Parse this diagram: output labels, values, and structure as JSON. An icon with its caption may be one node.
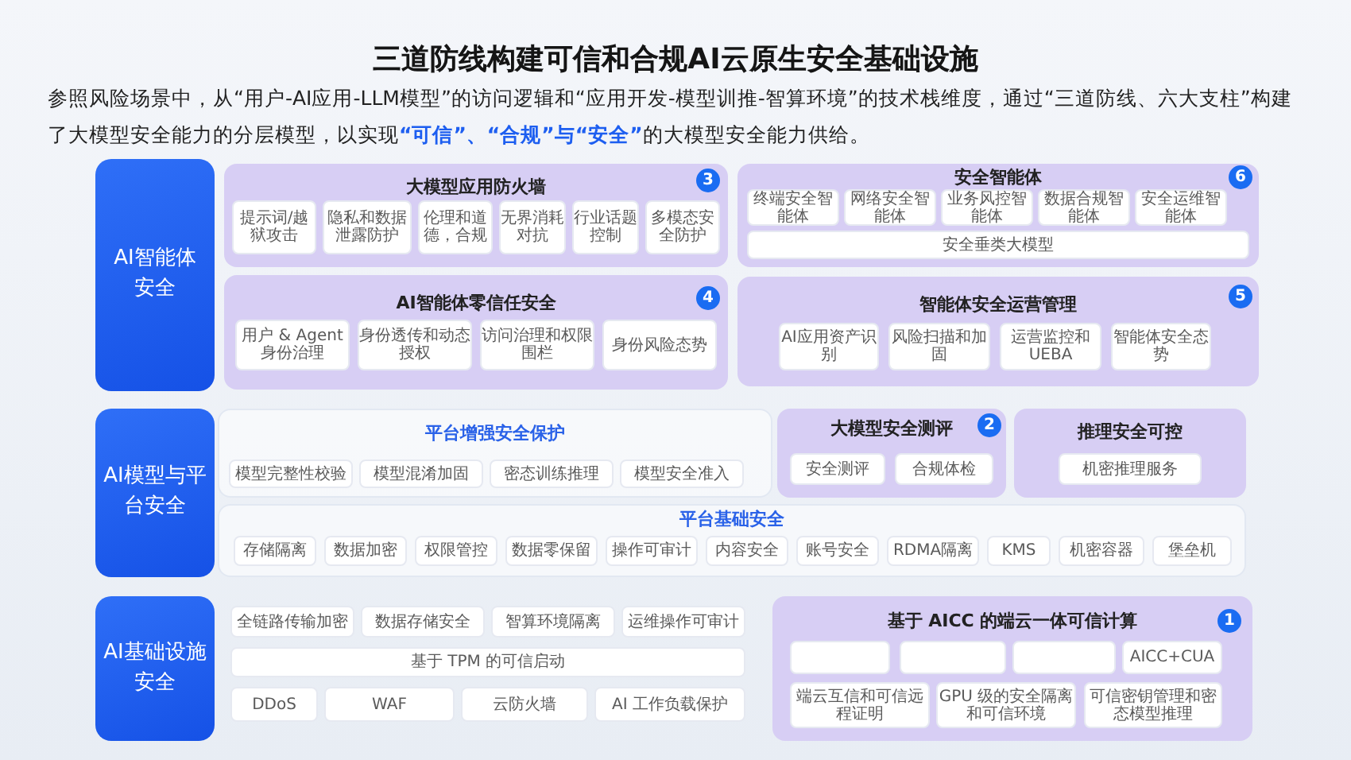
{
  "diagram": {
    "title": "三道防线构建可信和合规AI云原生安全基础设施",
    "nodes": [
      {
        "text": [
          "AI智能体安全"
        ]
      },
      {
        "text": [
          "大模型应用防火墙",
          "3"
        ]
      },
      {
        "text": [
          "提示词/越狱攻击"
        ],
        "in": 1
      },
      {
        "text": [
          "隐私和数据泄露防护"
        ],
        "in": 1
      },
      {
        "text": [
          "伦理和道德，合规"
        ],
        "in": 1
      },
      {
        "text": [
          "无界消耗对抗"
        ],
        "in": 1
      },
      {
        "text": [
          "行业话题控制"
        ],
        "in": 1
      },
      {
        "text": [
          "多模态安全防护"
        ],
        "in": 1
      },
      {
        "text": [
          "AI智能体零信任安全",
          "4"
        ]
      },
      {
        "text": [
          "用户 & Agent身份治理"
        ],
        "in": 8
      },
      {
        "text": [
          "身份透传和动态授权"
        ],
        "in": 8
      },
      {
        "text": [
          "访问治理和权限围栏"
        ],
        "in": 8
      },
      {
        "text": [
          "身份风险态势"
        ],
        "in": 8
      },
      {
        "text": [
          "安全智能体",
          "6"
        ]
      },
      {
        "text": [
          "终端安全智能体"
        ],
        "in": 13
      },
      {
        "text": [
          "网络安全智能体"
        ],
        "in": 13
      },
      {
        "text": [
          "业务风控智能体"
        ],
        "in": 13
      },
      {
        "text": [
          "数据合规智能体"
        ],
        "in": 13
      },
      {
        "text": [
          "安全运维智能体"
        ],
        "in": 13
      },
      {
        "text": [
          "安全垂类大模型"
        ],
        "in": 13
      },
      {
        "text": [
          "智能体安全运营管理",
          "5"
        ]
      },
      {
        "text": [
          "AI应用资产识别"
        ],
        "in": 20
      },
      {
        "text": [
          "风险扫描和加固"
        ],
        "in": 20
      },
      {
        "text": [
          "运营监控和UEBA"
        ],
        "in": 20
      },
      {
        "text": [
          "智能体安全态势"
        ],
        "in": 20
      },
      {
        "text": [
          "AI模型与平台安全"
        ]
      },
      {
        "text": [
          "平台增强安全保护"
        ]
      },
      {
        "text": [
          "模型完整性校验"
        ],
        "in": 26
      },
      {
        "text": [
          "模型混淆加固"
        ],
        "in": 26
      },
      {
        "text": [
          "密态训练推理"
        ],
        "in": 26
      },
      {
        "text": [
          "模型安全准入"
        ],
        "in": 26
      },
      {
        "text": [
          "大模型安全测评",
          "2"
        ]
      },
      {
        "text": [
          "安全测评"
        ],
        "in": 31
      },
      {
        "text": [
          "合规体检"
        ],
        "in": 31
      },
      {
        "text": [
          "推理安全可控"
        ]
      },
      {
        "text": [
          "机密推理服务"
        ],
        "in": 34
      },
      {
        "text": [
          "平台基础安全"
        ]
      },
      {
        "text": [
          "存储隔离"
        ],
        "in": 36
      },
      {
        "text": [
          "数据加密"
        ],
        "in": 36
      },
      {
        "text": [
          "权限管控"
        ],
        "in": 36
      },
      {
        "text": [
          "数据零保留"
        ],
        "in": 36
      },
      {
        "text": [
          "操作可审计"
        ],
        "in": 36
      },
      {
        "text": [
          "内容安全"
        ],
        "in": 36
      },
      {
        "text": [
          "账号安全"
        ],
        "in": 36
      },
      {
        "text": [
          "RDMA隔离"
        ],
        "in": 36
      },
      {
        "text": [
          "KMS"
        ],
        "in": 36
      },
      {
        "text": [
          "机密容器"
        ],
        "in": 36
      },
      {
        "text": [
          "堡垒机"
        ],
        "in": 36
      },
      {
        "text": [
          "AI基础设施安全"
        ]
      },
      {
        "text": [
          "全链路传输加密"
        ]
      },
      {
        "text": [
          "数据存储安全"
        ]
      },
      {
        "text": [
          "智算环境隔离"
        ]
      },
      {
        "text": [
          "运维操作可审计"
        ]
      },
      {
        "text": [
          "基于 TPM 的可信启动"
        ]
      },
      {
        "text": [
          "DDoS"
        ]
      },
      {
        "text": [
          "WAF"
        ]
      },
      {
        "text": [
          "云防火墙"
        ]
      },
      {
        "text": [
          "AI 工作负载保护"
        ]
      },
      {
        "text": [
          "基于 AICC 的端云一体可信计算",
          "1"
        ]
      },
      {
        "text": [],
        "shape": "box",
        "in": 58
      },
      {
        "text": [],
        "shape": "box",
        "in": 58
      },
      {
        "text": [],
        "shape": "box",
        "in": 58
      },
      {
        "text": [
          "AICC+CUA"
        ],
        "in": 58
      },
      {
        "text": [
          "端云互信和可信远程证明"
        ],
        "in": 58
      },
      {
        "text": [
          "GPU 级的安全隔离和可信环境"
        ],
        "in": 58
      },
      {
        "text": [
          "可信密钥管理和密态模型推理"
        ],
        "in": 58
      }
    ],
    "labels": [
      "参照风险场景中，从“用户-AI应用-LLM模型”的访问逻辑和“应用开发-模型训推-智算环境”的技术栈维度，通过“三道防线、六大支柱”构建了大模型安全能力的分层模型，以实现**“可信”、“合规”与“安全”**的大模型安全能力供给。"
    ]
  }
}
